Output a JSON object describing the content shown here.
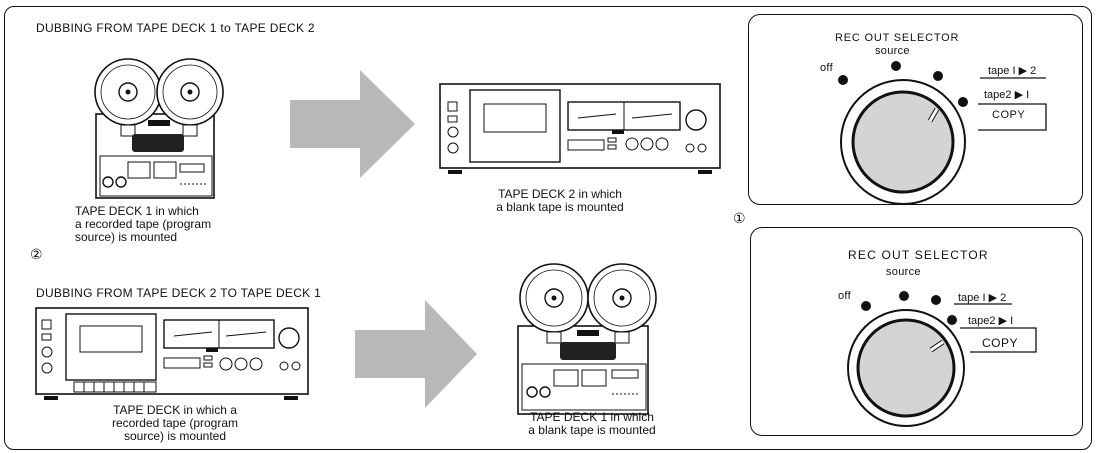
{
  "sections": {
    "top_heading": "DUBBING FROM TAPE DECK 1 to TAPE DECK 2",
    "bottom_heading": "DUBBING FROM TAPE DECK 2   TO TAPE DECK 1"
  },
  "captions": {
    "top_source": [
      "TAPE DECK 1 in which",
      "a recorded tape (program",
      "source) is mounted"
    ],
    "top_target": [
      "TAPE DECK 2 in which",
      "a blank tape is mounted"
    ],
    "bottom_source": [
      "TAPE DECK in which a",
      "recorded tape (program",
      "source) is mounted"
    ],
    "bottom_target": [
      "TAPE DECK 1 in which",
      "a blank tape is mounted"
    ]
  },
  "markers": {
    "one": "①",
    "two": "②"
  },
  "selector_top": {
    "title": "REC OUT SELECTOR",
    "positions": {
      "off": "off",
      "source": "source",
      "t12": "tape I ▶ 2",
      "t21": "tape2 ▶ I",
      "copy": "COPY"
    }
  },
  "selector_bottom": {
    "title": "REC OUT SELECTOR",
    "positions": {
      "off": "off",
      "source": "source",
      "t12": "tape I ▶ 2",
      "t21": "tape2 ▶ I",
      "copy": "COPY"
    }
  },
  "colors": {
    "ink": "#111111",
    "arrow": "#b8b8b8",
    "knob": "#d4d4d4"
  }
}
